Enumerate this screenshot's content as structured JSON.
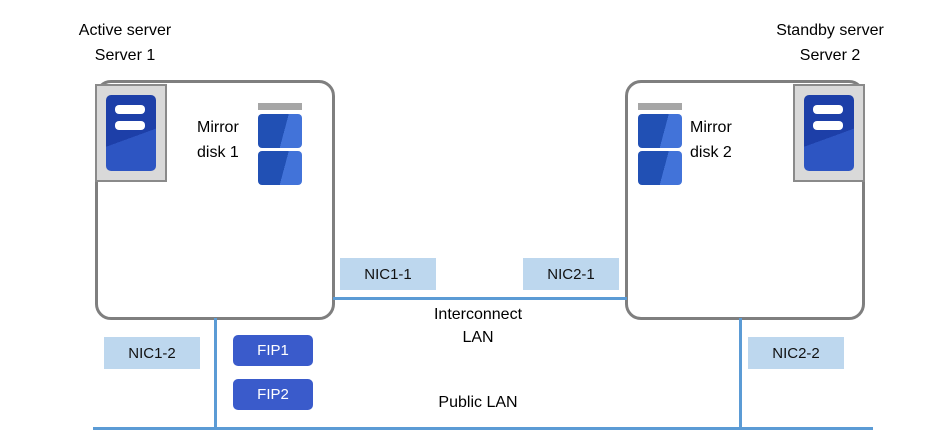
{
  "diagram": {
    "servers": [
      {
        "role": "Active server",
        "name": "Server 1"
      },
      {
        "role": "Standby server",
        "name": "Server 2"
      }
    ],
    "mirror_disks": [
      {
        "line1": "Mirror",
        "line2": "disk 1"
      },
      {
        "line1": "Mirror",
        "line2": "disk 2"
      }
    ],
    "nic_badges": {
      "nic1_1": "NIC1-1",
      "nic2_1": "NIC2-1",
      "nic1_2": "NIC1-2",
      "nic2_2": "NIC2-2"
    },
    "fip_badges": [
      "FIP1",
      "FIP2"
    ],
    "interconnect_lan": {
      "line1": "Interconnect",
      "line2": "LAN"
    },
    "public_lan": "Public LAN"
  },
  "icons": {
    "server_icon": "server-tower-icon",
    "disk_icon": "mirror-disk-stack-icon"
  },
  "colors": {
    "lan_line": "#5B9BD5",
    "nic_badge_bg": "#BDD7EE",
    "fip_badge_bg": "#3A5BCB",
    "server_icon_blue": "#1D3FA8",
    "disk_blue": "#2150B4",
    "disk_highlight": "#4273D9",
    "box_border_gray": "#7F7F7F",
    "disk_cap_gray": "#A6A6A6",
    "text": "#000000"
  }
}
